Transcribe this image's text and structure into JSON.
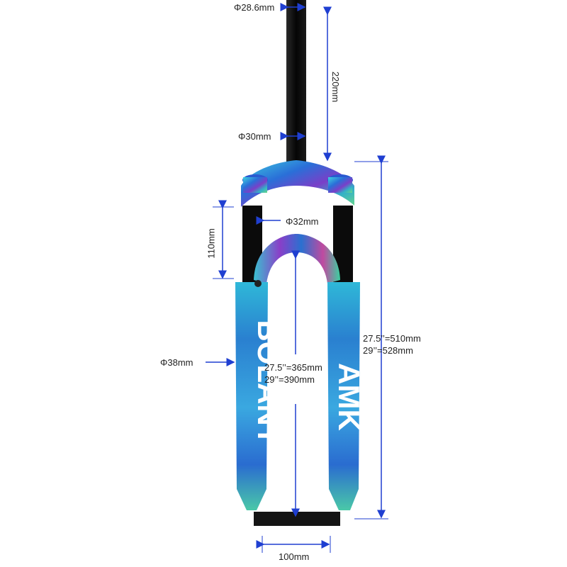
{
  "product": {
    "brand_text_left": "BOLANY",
    "brand_text_right": "AMK"
  },
  "colors": {
    "dimension_line": "#1f3fd1",
    "stanchion": "#0b0b0b",
    "iridescent_blue": "#2aa7d8",
    "iridescent_purple": "#6a3fc0",
    "iridescent_green": "#5fd08a"
  },
  "dimensions": {
    "steerer_top_diameter": "Φ28.6mm",
    "steerer_length": "220mm",
    "steerer_base_diameter": "Φ30mm",
    "stanchion_diameter": "Φ32mm",
    "travel": "110mm",
    "lower_diameter": "Φ38mm",
    "axle_to_crown_line1": "27.5’’=510mm",
    "axle_to_crown_line2": "29’’=528mm",
    "tire_clearance_line1": "27.5’’=365mm",
    "tire_clearance_line2": "29’’=390mm",
    "hub_spacing": "100mm"
  }
}
